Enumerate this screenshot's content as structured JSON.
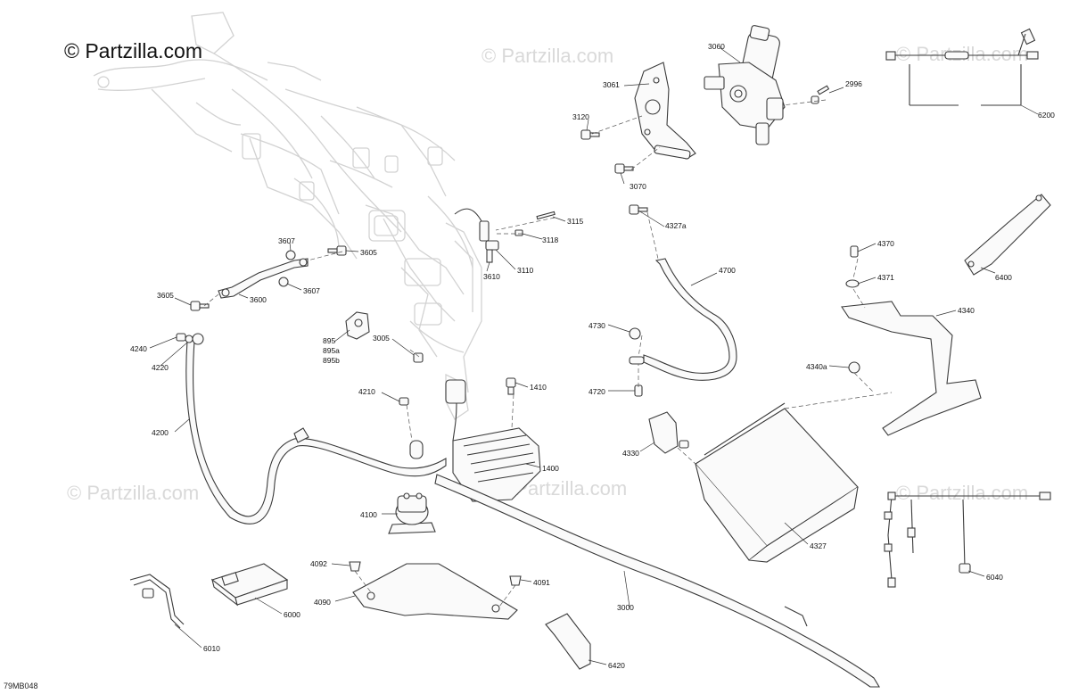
{
  "brand": "© Partzilla.com",
  "watermark": "© Partzilla.com",
  "diagram_code": "79MB048",
  "labels": {
    "p3060": "3060",
    "p3061": "3061",
    "p3120": "3120",
    "p3070": "3070",
    "p2996": "2996",
    "p6200": "6200",
    "p3115": "3115",
    "p3118": "3118",
    "p3110": "3110",
    "p3610": "3610",
    "p4327a": "4327a",
    "p4700": "4700",
    "p4370": "4370",
    "p4371": "4371",
    "p6400": "6400",
    "p4340": "4340",
    "p4340a": "4340a",
    "p3607a": "3607",
    "p3605a": "3605",
    "p3607b": "3607",
    "p3600": "3600",
    "p3605b": "3605",
    "p895": "895",
    "p895a": "895a",
    "p895b": "895b",
    "p3005": "3005",
    "p4240": "4240",
    "p4220": "4220",
    "p4730": "4730",
    "p4720": "4720",
    "p4210": "4210",
    "p1410": "1410",
    "p4200": "4200",
    "p1400": "1400",
    "p4330": "4330",
    "p4100": "4100",
    "p4327": "4327",
    "p4092": "4092",
    "p4091": "4091",
    "p4090": "4090",
    "p6000": "6000",
    "p6010": "6010",
    "p3000": "3000",
    "p6040": "6040",
    "p6420": "6420"
  }
}
